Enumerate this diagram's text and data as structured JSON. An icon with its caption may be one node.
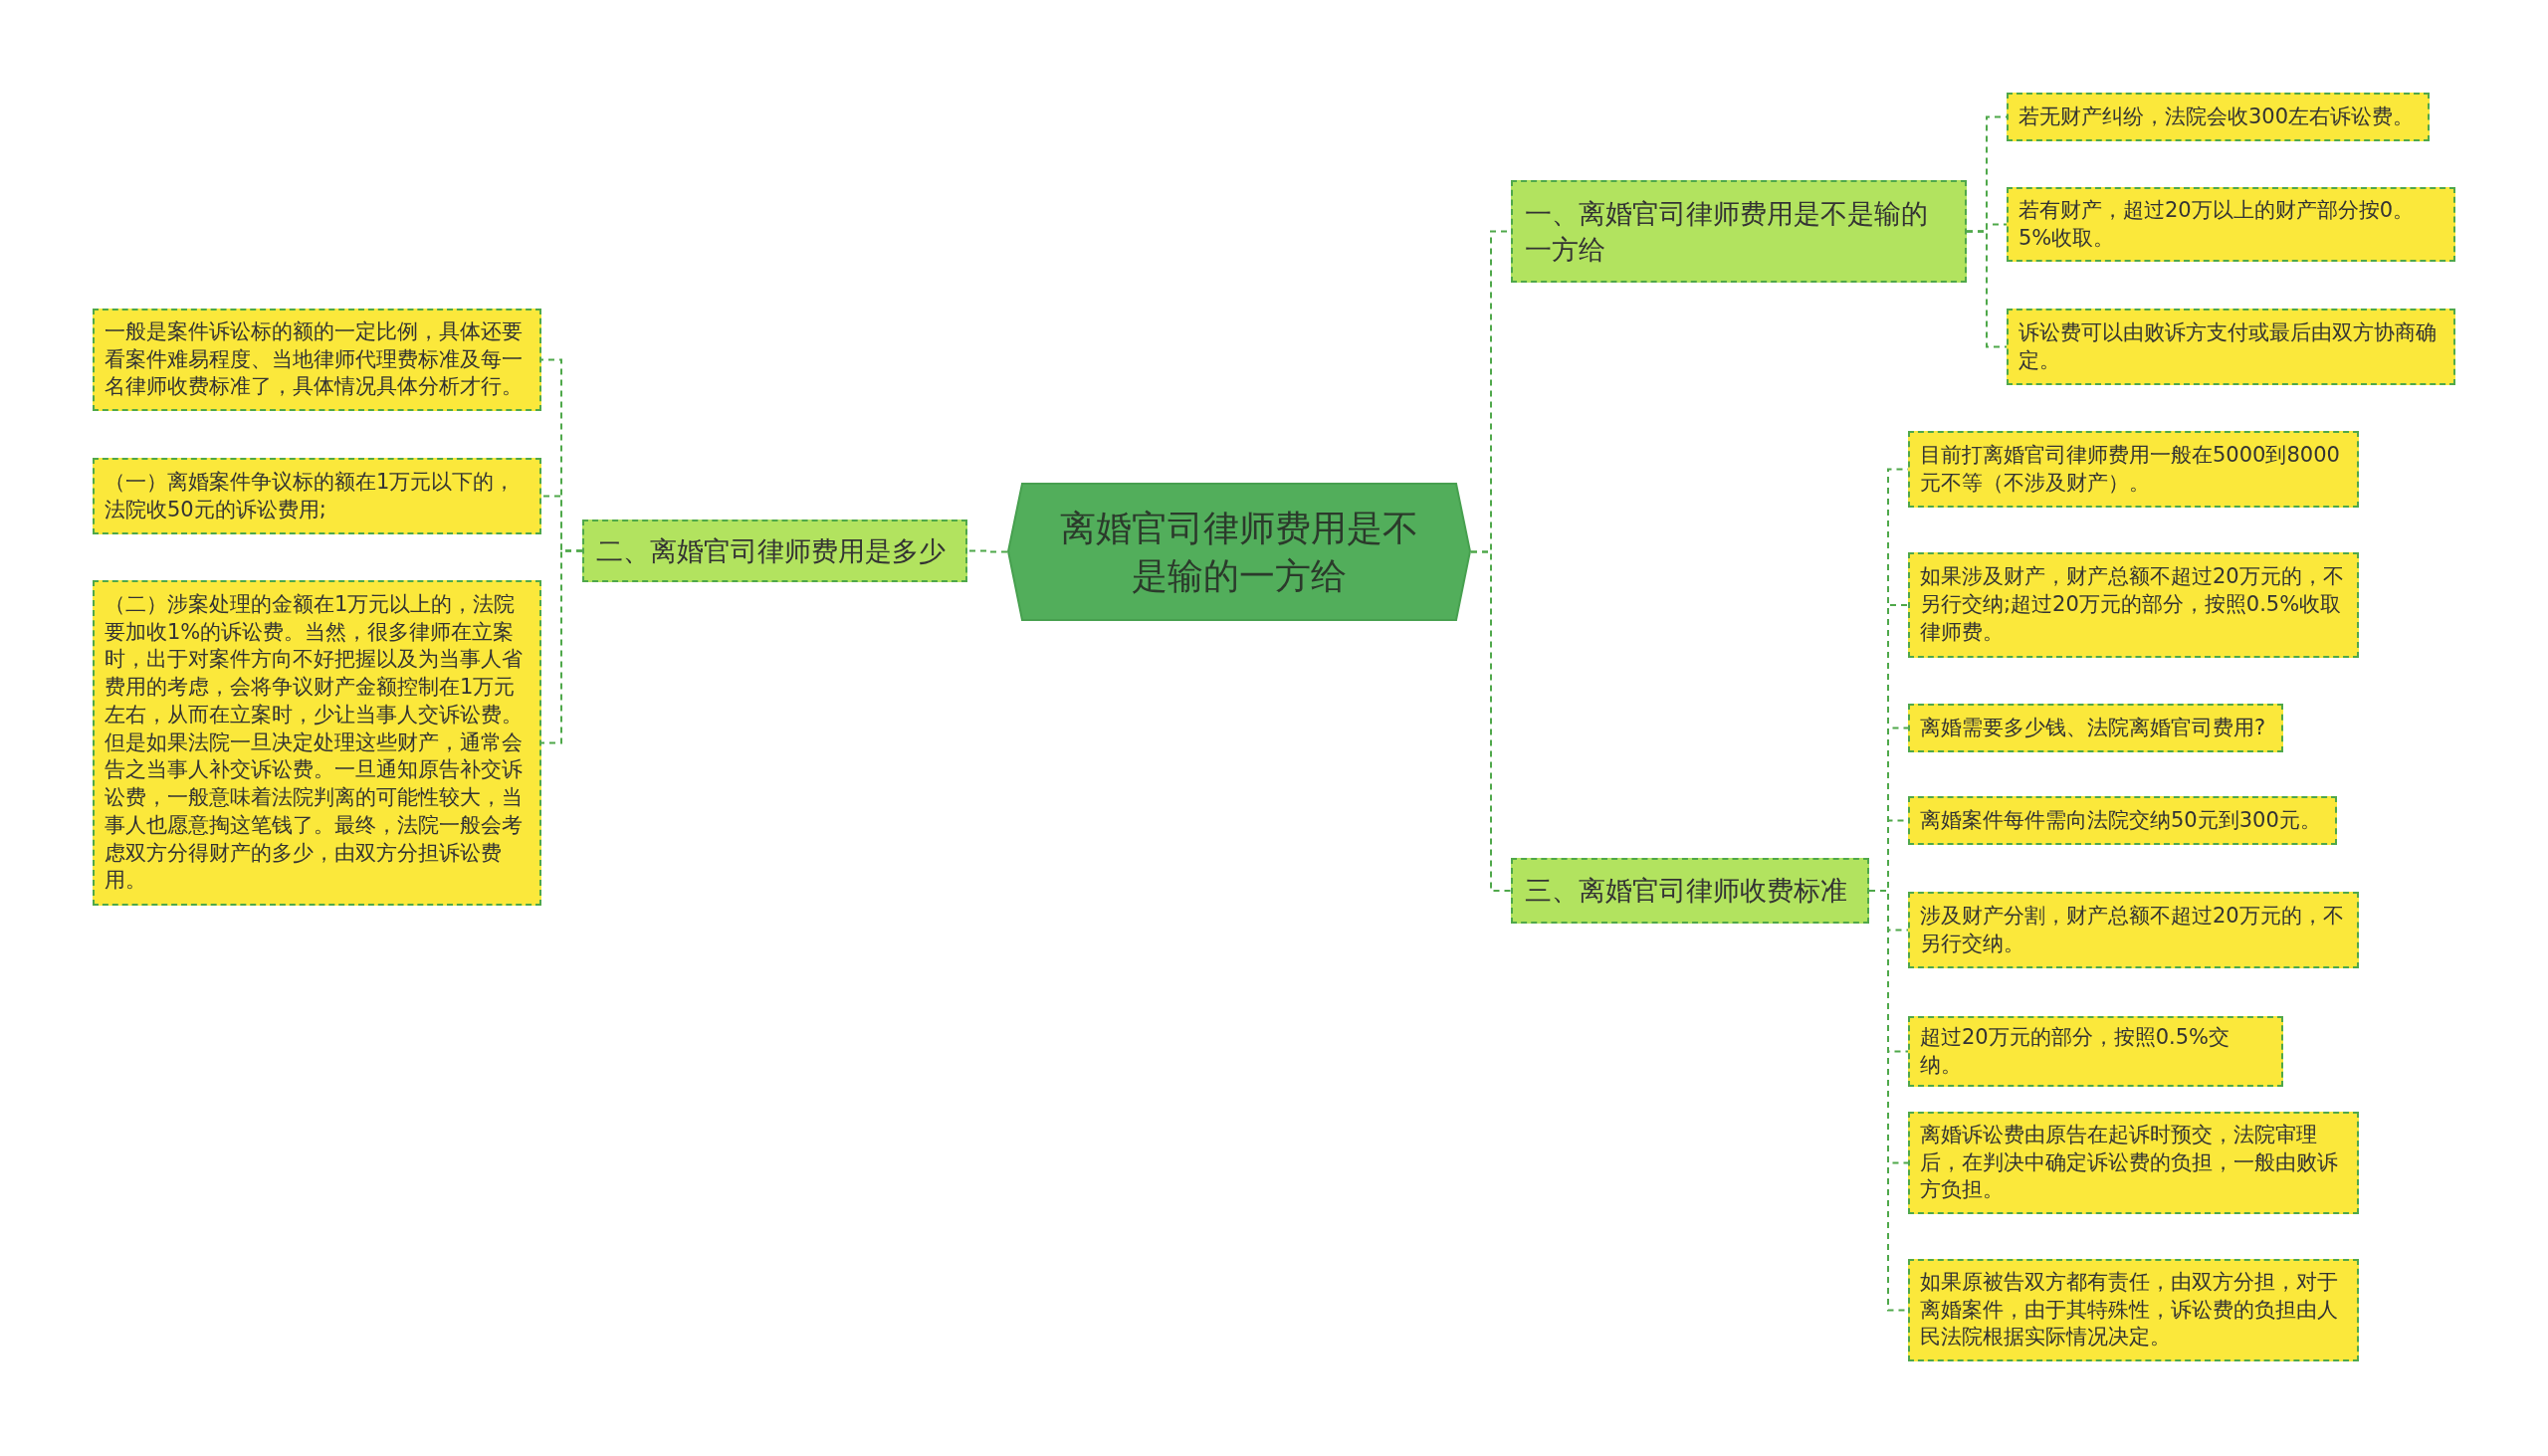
{
  "diagram": {
    "nodes": [
      {
        "text": [
          "离婚官司律师费用是不是输的一方给"
        ]
      },
      {
        "text": [
          "一、离婚官司律师费用是不是输的一方给"
        ]
      },
      {
        "text": [
          "若无财产纠纷，法院会收300左右诉讼费。"
        ]
      },
      {
        "text": [
          "若有财产，超过20万以上的财产部分按0。5%收取。"
        ]
      },
      {
        "text": [
          "诉讼费可以由败诉方支付或最后由双方协商确定。"
        ]
      },
      {
        "text": [
          "二、离婚官司律师费用是多少"
        ]
      },
      {
        "text": [
          "一般是案件诉讼标的额的一定比例，具体还要看案件难易程度、当地律师代理费标准及每一名律师收费标准了，具体情况具体分析才行。"
        ]
      },
      {
        "text": [
          "（一）离婚案件争议标的额在1万元以下的，法院收50元的诉讼费用;"
        ]
      },
      {
        "text": [
          "（二）涉案处理的金额在1万元以上的，法院要加收1%的诉讼费。当然，很多律师在立案时，出于对案件方向不好把握以及为当事人省费用的考虑，会将争议财产金额控制在1万元左右，从而在立案时，少让当事人交诉讼费。但是如果法院一旦决定处理这些财产，通常会告之当事人补交诉讼费。一旦通知原告补交诉讼费，一般意味着法院判离的可能性较大，当事人也愿意掏这笔钱了。最终，法院一般会考虑双方分得财产的多少，由双方分担诉讼费用。"
        ]
      },
      {
        "text": [
          "三、离婚官司律师收费标准"
        ]
      },
      {
        "text": [
          "目前打离婚官司律师费用一般在5000到8000元不等（不涉及财产）。"
        ]
      },
      {
        "text": [
          "如果涉及财产，财产总额不超过20万元的，不另行交纳;超过20万元的部分，按照0.5%收取律师费。"
        ]
      },
      {
        "text": [
          "离婚需要多少钱、法院离婚官司费用?"
        ]
      },
      {
        "text": [
          "离婚案件每件需向法院交纳50元到300元。"
        ]
      },
      {
        "text": [
          "涉及财产分割，财产总额不超过20万元的，不另行交纳。"
        ]
      },
      {
        "text": [
          "超过20万元的部分，按照0.5%交纳。"
        ]
      },
      {
        "text": [
          "离婚诉讼费由原告在起诉时预交，法院审理后，在判决中确定诉讼费的负担，一般由败诉方负担。"
        ]
      },
      {
        "text": [
          "如果原被告双方都有责任，由双方分担，对于离婚案件，由于其特殊性，诉讼费的负担由人民法院根据实际情况决定。"
        ]
      }
    ],
    "edges": [
      {
        "from": 0,
        "to": 1,
        "arrow": "none"
      },
      {
        "from": 1,
        "to": 2,
        "arrow": "none"
      },
      {
        "from": 1,
        "to": 3,
        "arrow": "none"
      },
      {
        "from": 1,
        "to": 4,
        "arrow": "none"
      },
      {
        "from": 0,
        "to": 5,
        "arrow": "none"
      },
      {
        "from": 5,
        "to": 6,
        "arrow": "none"
      },
      {
        "from": 5,
        "to": 7,
        "arrow": "none"
      },
      {
        "from": 5,
        "to": 8,
        "arrow": "none"
      },
      {
        "from": 0,
        "to": 9,
        "arrow": "none"
      },
      {
        "from": 9,
        "to": 10,
        "arrow": "none"
      },
      {
        "from": 9,
        "to": 11,
        "arrow": "none"
      },
      {
        "from": 9,
        "to": 12,
        "arrow": "none"
      },
      {
        "from": 9,
        "to": 13,
        "arrow": "none"
      },
      {
        "from": 9,
        "to": 14,
        "arrow": "none"
      },
      {
        "from": 9,
        "to": 15,
        "arrow": "none"
      },
      {
        "from": 9,
        "to": 16,
        "arrow": "none"
      },
      {
        "from": 9,
        "to": 17,
        "arrow": "none"
      }
    ]
  }
}
